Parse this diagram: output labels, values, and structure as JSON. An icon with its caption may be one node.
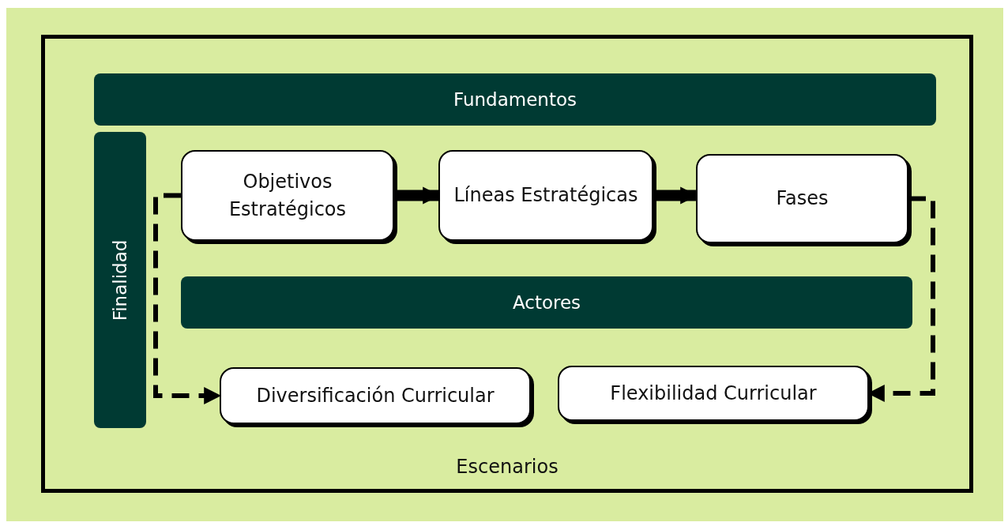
{
  "diagram": {
    "nodes": [
      {
        "text": [
          "Escenarios"
        ]
      },
      {
        "text": [
          "Fundamentos"
        ],
        "in": 0
      },
      {
        "text": [
          "Finalidad"
        ],
        "in": 0
      },
      {
        "text": [
          "Objetivos Estratégicos"
        ],
        "in": 0
      },
      {
        "text": [
          "Líneas Estratégicas"
        ],
        "in": 0
      },
      {
        "text": [
          "Fases"
        ],
        "in": 0
      },
      {
        "text": [
          "Actores"
        ],
        "in": 0
      },
      {
        "text": [
          "Diversificación Curricular"
        ],
        "in": 0
      },
      {
        "text": [
          "Flexibilidad Curricular"
        ],
        "in": 0
      }
    ],
    "edges": [
      {
        "from": 3,
        "to": 4,
        "arrow": "to",
        "style": "thick"
      },
      {
        "from": 4,
        "to": 5,
        "arrow": "to",
        "style": "thick"
      },
      {
        "from": 3,
        "to": 7,
        "arrow": "to",
        "style": "dashed"
      },
      {
        "from": 5,
        "to": 8,
        "arrow": "to",
        "style": "dashed"
      }
    ]
  }
}
